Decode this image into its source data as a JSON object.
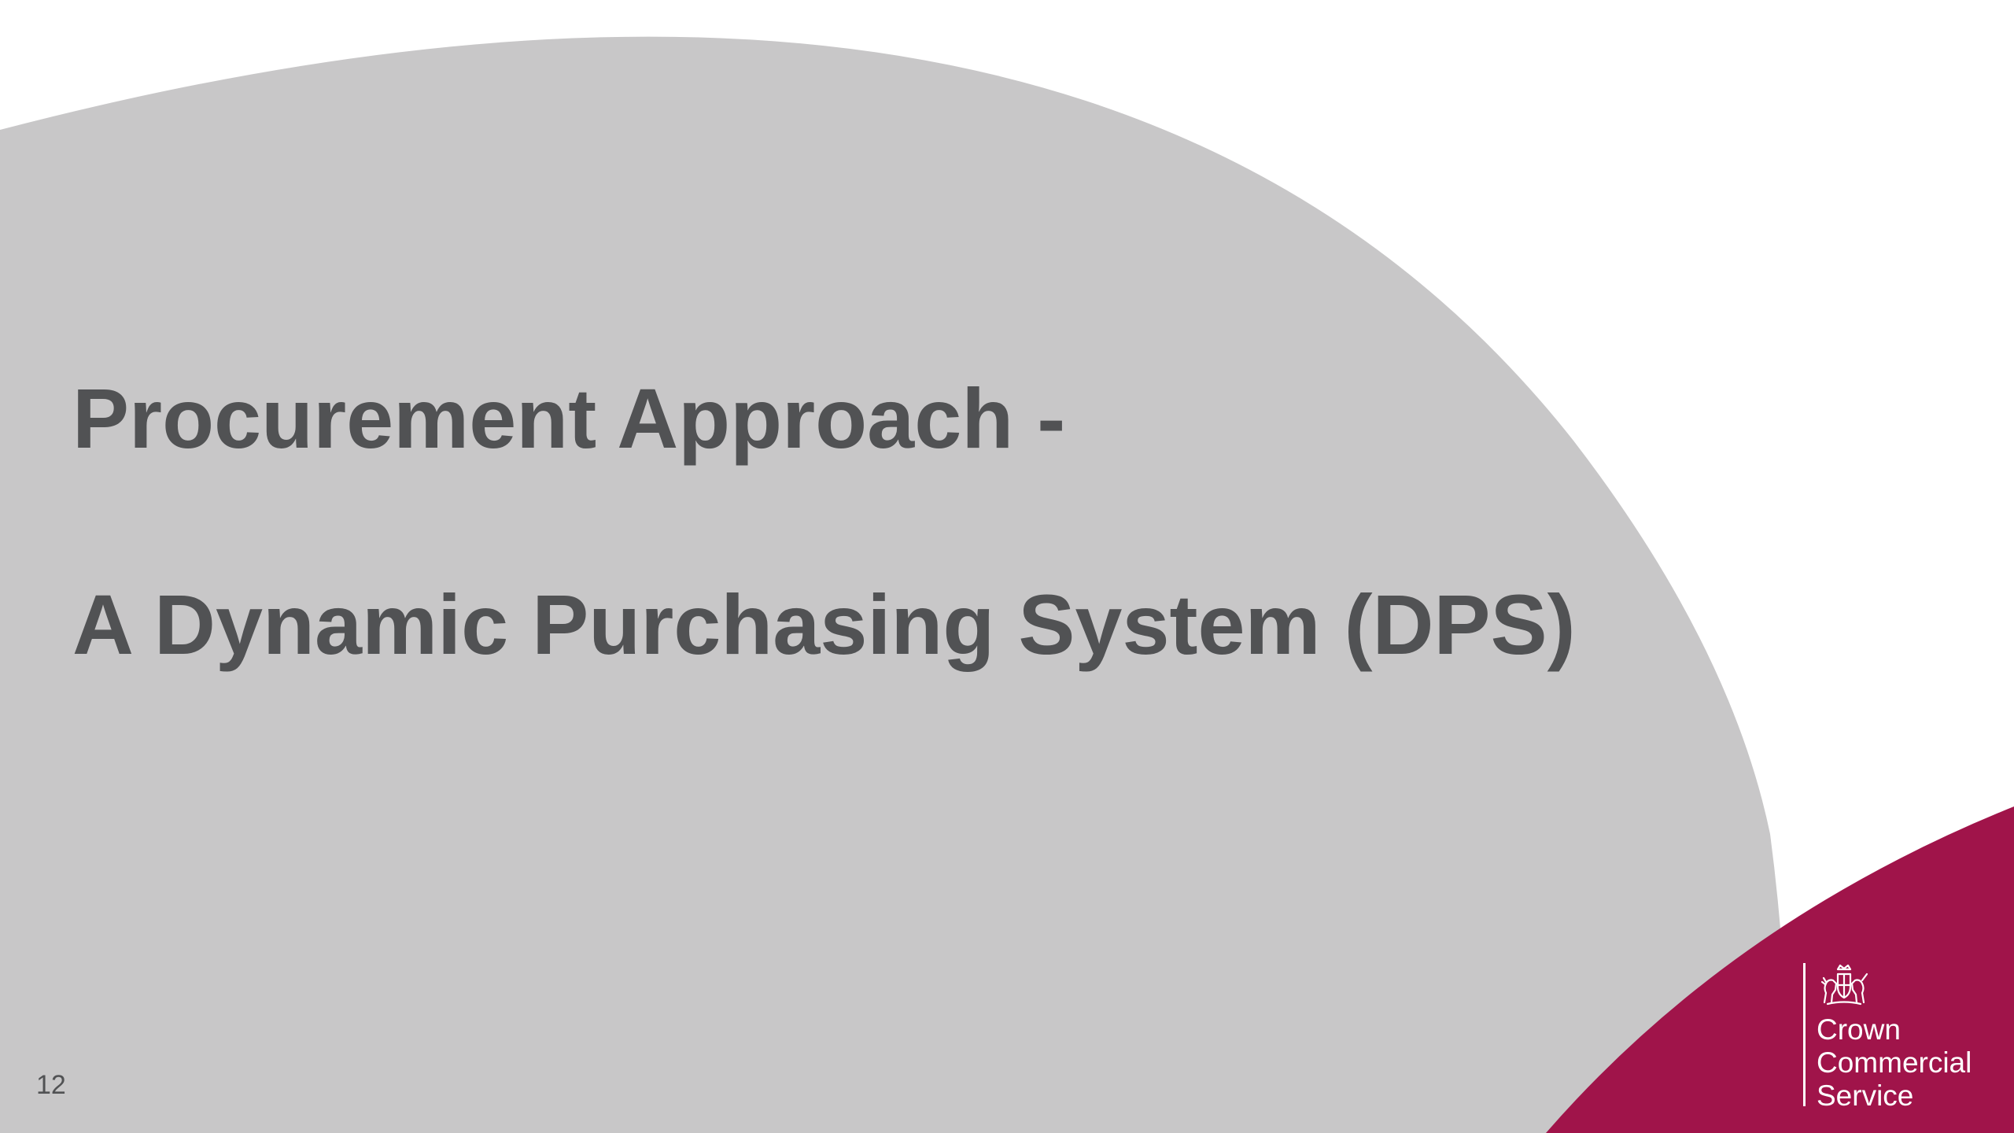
{
  "slide": {
    "title_line_1": "Procurement Approach -",
    "title_line_2": "A Dynamic Purchasing System (DPS)",
    "slide_number": "12"
  },
  "logo": {
    "icon": "royal-coat-of-arms-icon",
    "line_1": "Crown",
    "line_2": "Commercial",
    "line_3": "Service"
  },
  "colors": {
    "background": "#ffffff",
    "grey_shape": "#c8c7c8",
    "accent_shape": "#a0144a",
    "title_text": "#515254",
    "logo_text": "#ffffff"
  }
}
